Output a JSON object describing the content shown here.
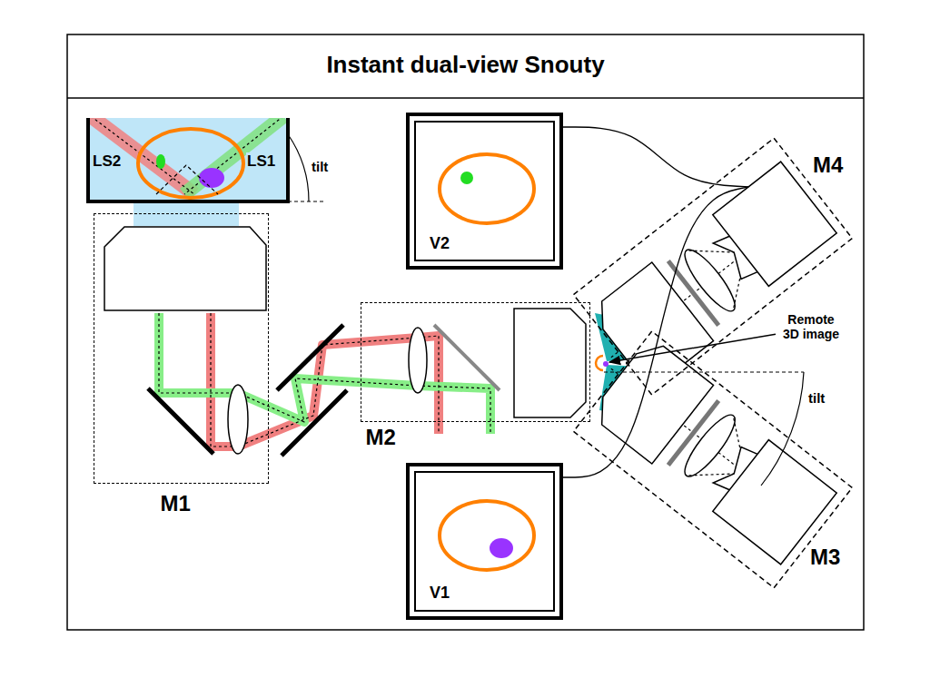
{
  "diagram": {
    "title": "Instant dual-view Snouty",
    "nodes": [
      {
        "text": [
          "M1"
        ]
      },
      {
        "text": [
          "V2"
        ]
      },
      {
        "text": [
          "M2"
        ]
      },
      {
        "text": [
          "M4"
        ]
      },
      {
        "text": [
          "V1"
        ]
      },
      {
        "text": [
          "M3"
        ]
      }
    ],
    "edges": [
      {
        "from": 1,
        "to": 3,
        "arrow": "none"
      },
      {
        "from": 4,
        "to": 5,
        "arrow": "none"
      }
    ],
    "labels": [
      "LS2",
      "LS1",
      "tilt",
      "Remote 3D image",
      "tilt"
    ]
  }
}
